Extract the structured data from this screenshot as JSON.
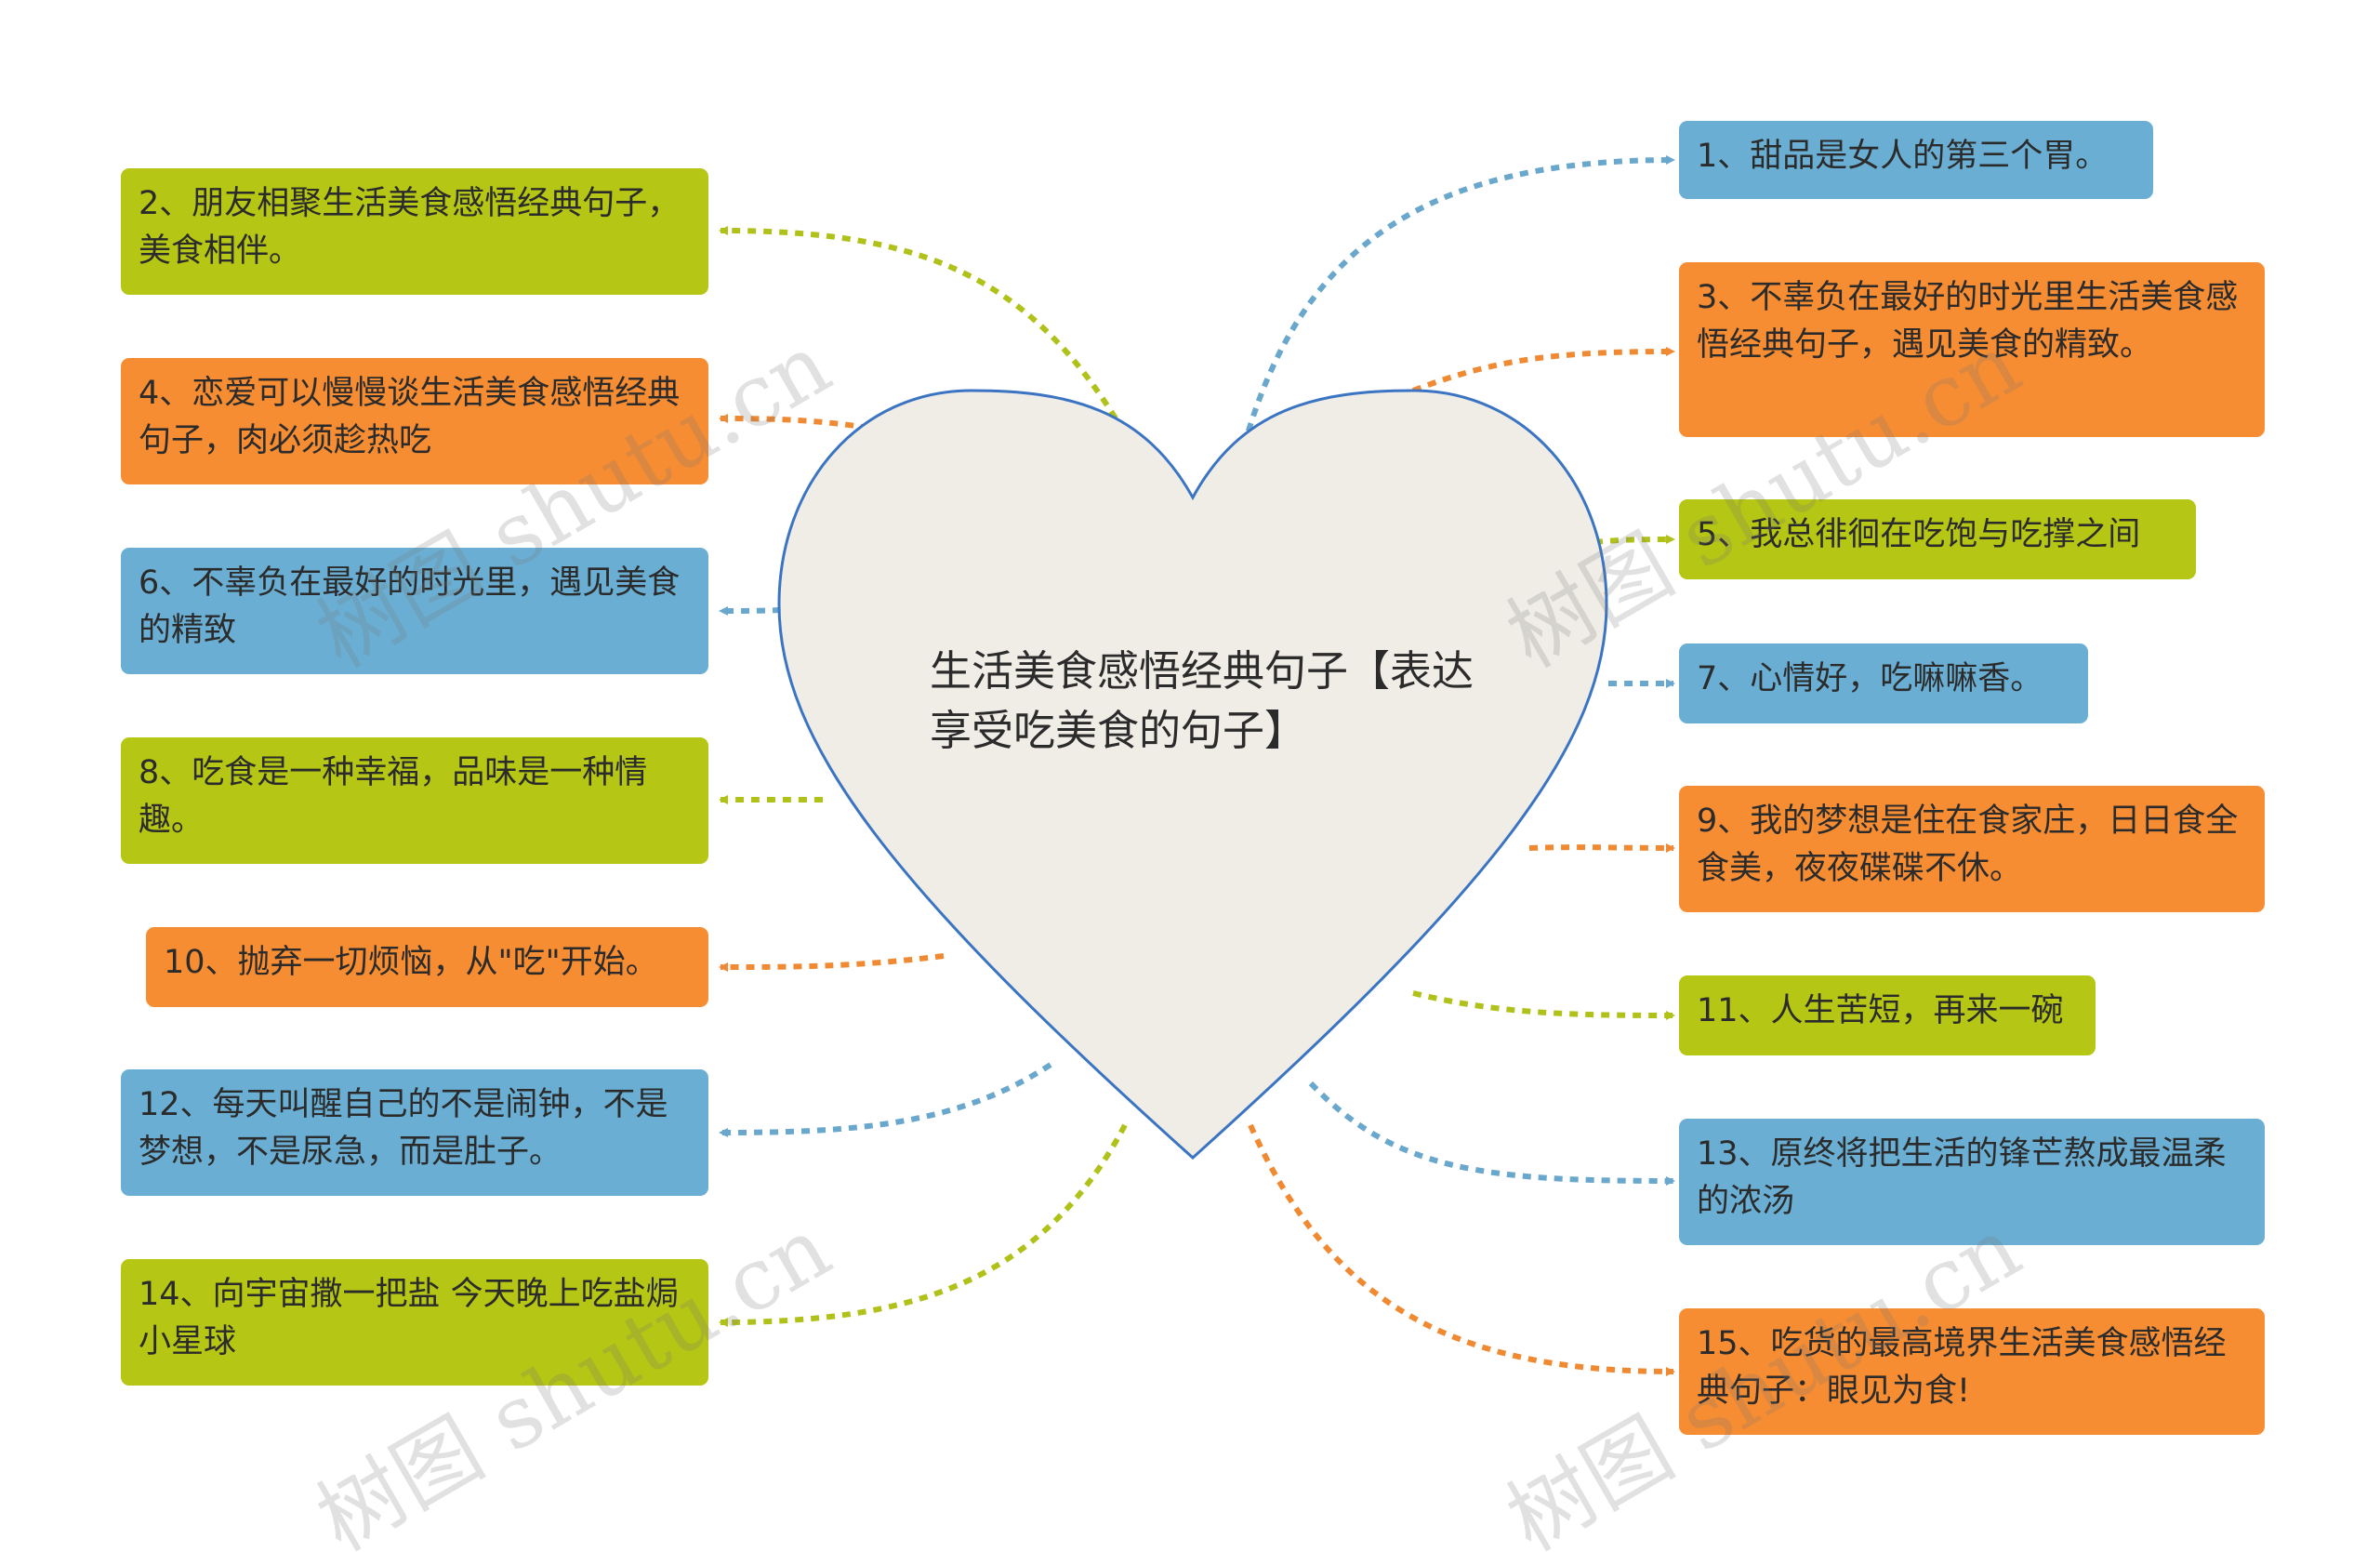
{
  "center": {
    "title": "生活美食感悟经典句子【表达享受吃美食的句子】"
  },
  "colors": {
    "heart_fill": "#efede6",
    "heart_stroke": "#3b74c2",
    "blue": "#6aafd3",
    "orange": "#f78d33",
    "green": "#b5c614",
    "arrow_blue": "#69a7cc",
    "arrow_orange": "#ef8a32",
    "arrow_green": "#b0c21a"
  },
  "nodes": [
    {
      "id": "n1",
      "text": "1、甜品是女人的第三个胃。",
      "color": "blue"
    },
    {
      "id": "n2",
      "text": "2、朋友相聚生活美食感悟经典句子，美食相伴。",
      "color": "green"
    },
    {
      "id": "n3",
      "text": "3、不辜负在最好的时光里生活美食感悟经典句子，遇见美食的精致。",
      "color": "orange"
    },
    {
      "id": "n4",
      "text": "4、恋爱可以慢慢谈生活美食感悟经典句子，肉必须趁热吃",
      "color": "orange"
    },
    {
      "id": "n5",
      "text": "5、我总徘徊在吃饱与吃撑之间",
      "color": "green"
    },
    {
      "id": "n6",
      "text": "6、不辜负在最好的时光里，遇见美食的精致",
      "color": "blue"
    },
    {
      "id": "n7",
      "text": "7、心情好，吃嘛嘛香。",
      "color": "blue"
    },
    {
      "id": "n8",
      "text": "8、吃食是一种幸福，品味是一种情趣。",
      "color": "green"
    },
    {
      "id": "n9",
      "text": "9、我的梦想是住在食家庄，日日食全食美，夜夜碟碟不休。",
      "color": "orange"
    },
    {
      "id": "n10",
      "text": "10、抛弃一切烦恼，从\"吃\"开始。",
      "color": "orange"
    },
    {
      "id": "n11",
      "text": "11、人生苦短，再来一碗",
      "color": "green"
    },
    {
      "id": "n12",
      "text": "12、每天叫醒自己的不是闹钟，不是梦想，不是尿急，而是肚子。",
      "color": "blue"
    },
    {
      "id": "n13",
      "text": "13、原终将把生活的锋芒熬成最温柔的浓汤",
      "color": "blue"
    },
    {
      "id": "n14",
      "text": "14、向宇宙撒一把盐 今天晚上吃盐焗小星球",
      "color": "green"
    },
    {
      "id": "n15",
      "text": "15、吃货的最高境界生活美食感悟经典句子：眼见为食!",
      "color": "orange"
    }
  ],
  "watermark": {
    "text": "树图 shutu.cn"
  }
}
